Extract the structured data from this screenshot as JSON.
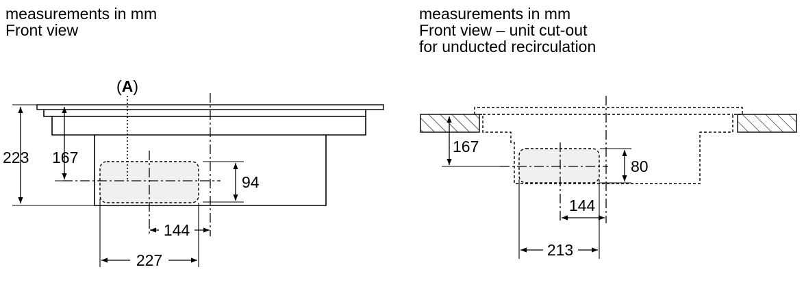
{
  "left_view": {
    "caption_line1": "measurements in mm",
    "caption_line2": "Front view",
    "label_a_open": "(",
    "label_a": "A",
    "label_a_close": ")",
    "dim_total_height": "223",
    "dim_inner_height": "167",
    "dim_duct_height": "94",
    "dim_offset": "144",
    "dim_width": "227"
  },
  "right_view": {
    "caption_line1": "measurements in mm",
    "caption_line2": "Front view – unit cut-out",
    "caption_line3": "for unducted recirculation",
    "dim_inner_height": "167",
    "dim_duct_height": "80",
    "dim_offset": "144",
    "dim_width": "213"
  },
  "colors": {
    "line": "#000000",
    "duct_fill": "#f0f0f0",
    "background": "#ffffff"
  }
}
